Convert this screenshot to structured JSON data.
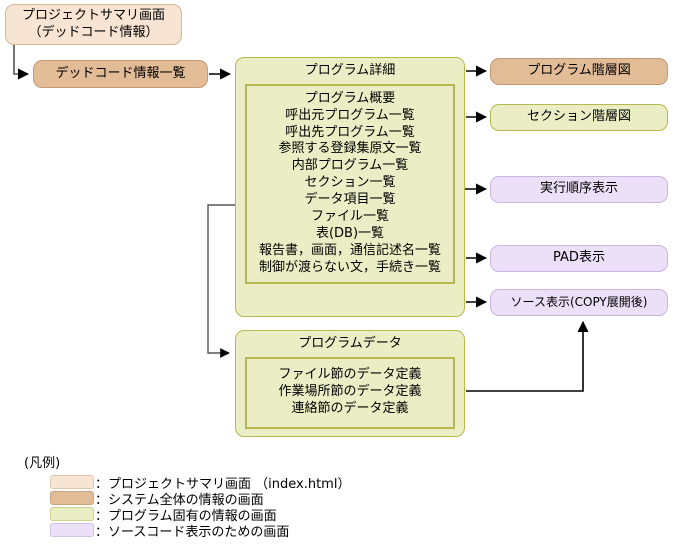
{
  "nodes": {
    "project_summary": {
      "line1": "プロジェクトサマリ画面",
      "line2": "（デッドコード情報）"
    },
    "deadcode_list": {
      "label": "デッドコード情報一覧"
    },
    "program_detail": {
      "title": "プログラム詳細",
      "items": [
        "プログラム概要",
        "呼出元プログラム一覧",
        "呼出先プログラム一覧",
        "参照する登録集原文一覧",
        "内部プログラム一覧",
        "セクション一覧",
        "データ項目一覧",
        "ファイル一覧",
        "表(DB)一覧",
        "報告書，画面，通信記述名一覧",
        "制御が渡らない文，手続き一覧"
      ]
    },
    "program_data": {
      "title": "プログラムデータ",
      "items": [
        "ファイル節のデータ定義",
        "作業場所節のデータ定義",
        "連絡節のデータ定義"
      ]
    },
    "program_hierarchy": {
      "label": "プログラム階層図"
    },
    "section_hierarchy": {
      "label": "セクション階層図"
    },
    "exec_order": {
      "label": "実行順序表示"
    },
    "pad_display": {
      "label": "PAD表示"
    },
    "source_display": {
      "label": "ソース表示(COPY展開後)"
    }
  },
  "legend": {
    "title": "(凡例)",
    "rows": [
      {
        "color": "#f7e4d2",
        "label": "：プロジェクトサマリ画面 （index.html）"
      },
      {
        "color": "#e2bb97",
        "label": "：システム全体の情報の画面"
      },
      {
        "color": "#ebeec5",
        "label": "：プログラム固有の情報の画面"
      },
      {
        "color": "#ece0f8",
        "label": "：ソースコード表示のための画面"
      }
    ]
  }
}
